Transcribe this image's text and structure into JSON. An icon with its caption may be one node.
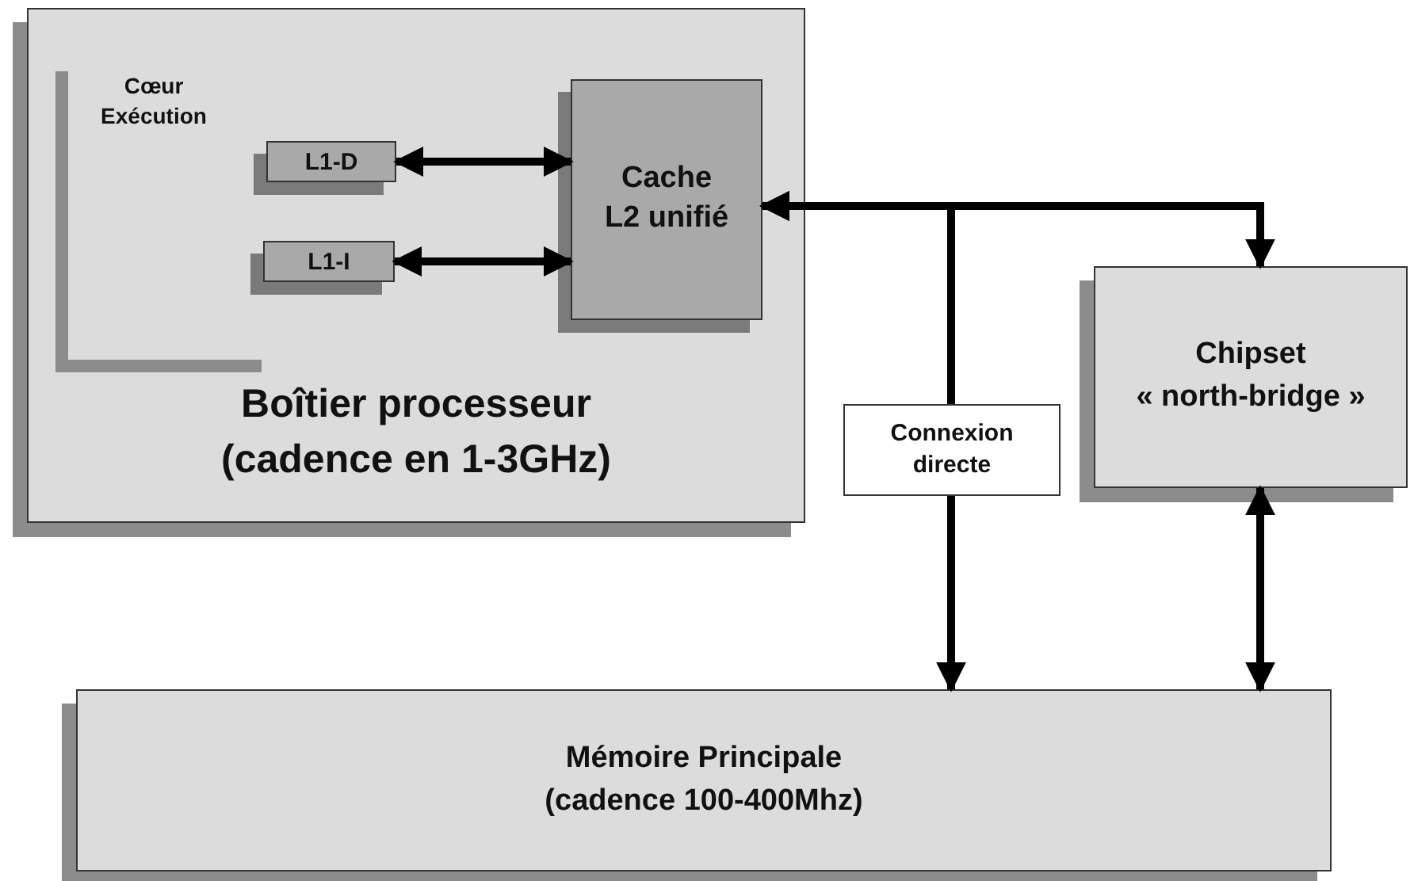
{
  "diagram": {
    "nodes": [
      {
        "text": [
          "Boîtier processeur",
          "(cadence en 1-3GHz)"
        ]
      },
      {
        "text": [
          "Cœur Exécution"
        ],
        "in": 0
      },
      {
        "text": [
          "L1-D"
        ],
        "in": 0
      },
      {
        "text": [
          "L1-I"
        ],
        "in": 0
      },
      {
        "text": [
          "Cache",
          "L2 unifié"
        ],
        "in": 0
      },
      {
        "text": [
          "Chipset",
          "« north-bridge »"
        ]
      },
      {
        "text": [
          "Mémoire Principale",
          "(cadence 100-400Mhz)"
        ]
      }
    ],
    "edges": [
      {
        "from": 2,
        "to": 4,
        "arrow": "both"
      },
      {
        "from": 3,
        "to": 4,
        "arrow": "both"
      },
      {
        "from": 4,
        "to": 5,
        "arrow": "both"
      },
      {
        "from": 4,
        "to": 6,
        "arrow": "both",
        "label": "Connexion directe"
      },
      {
        "from": 5,
        "to": 6,
        "arrow": "both"
      }
    ]
  }
}
